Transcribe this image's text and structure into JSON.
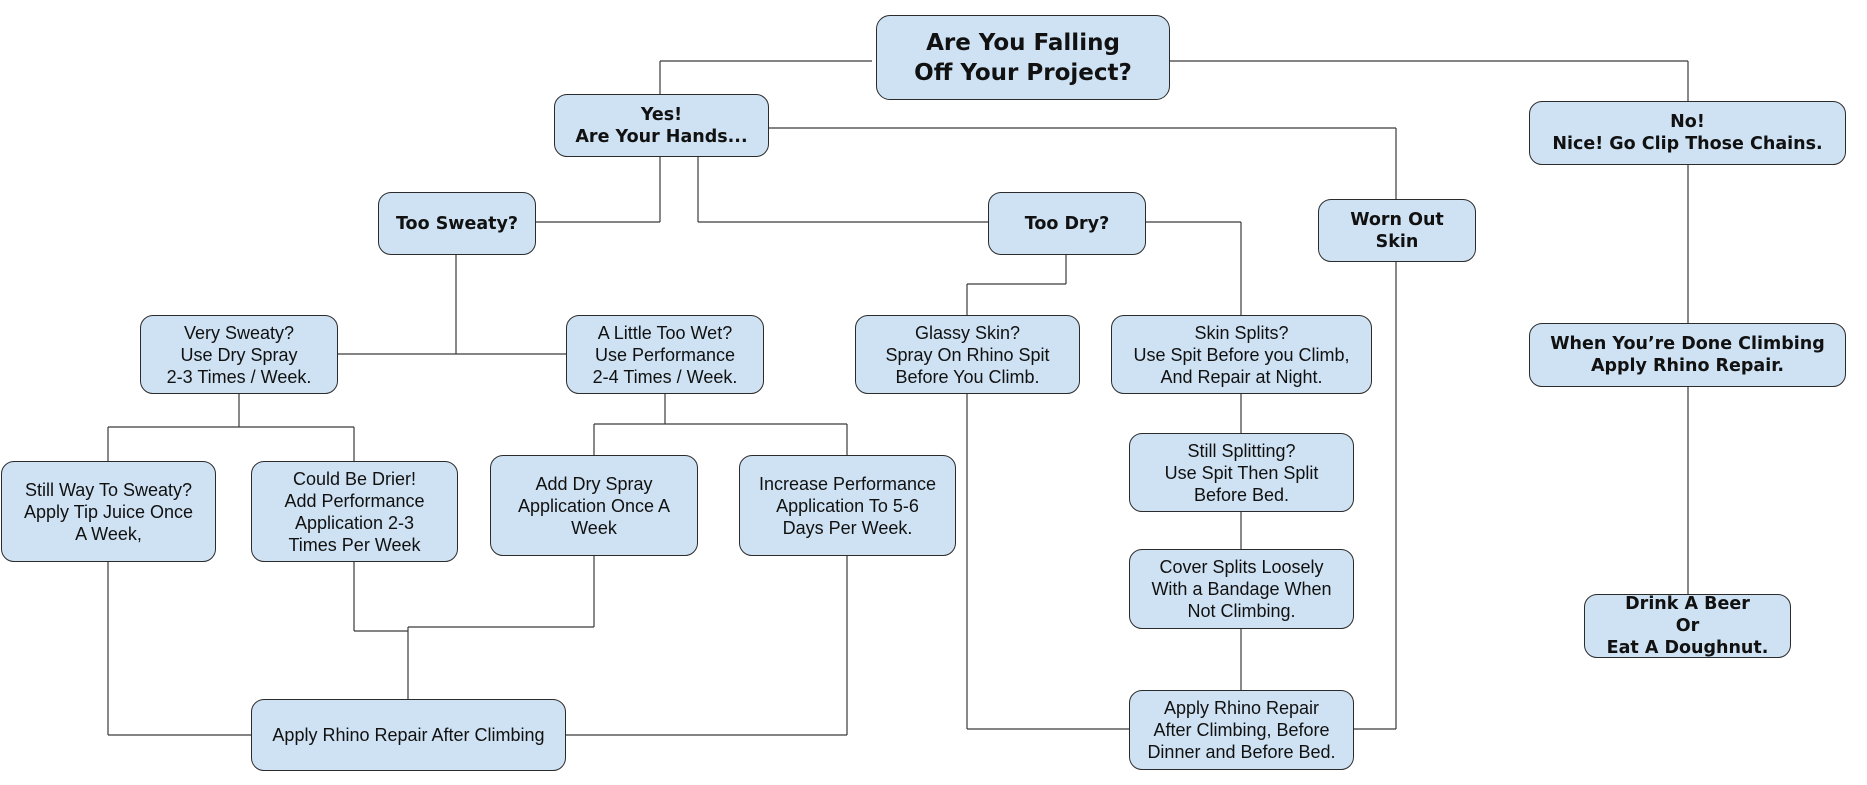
{
  "nodes": {
    "root": "Are You Falling\nOff Your Project?",
    "yes": "Yes!\nAre Your Hands...",
    "no": "No!\nNice! Go Clip Those Chains.",
    "too_sweaty": "Too Sweaty?",
    "too_dry": "Too Dry?",
    "worn_out": "Worn Out\nSkin",
    "done_climbing": "When You’re Done Climbing\nApply Rhino Repair.",
    "beer": "Drink A Beer\nOr\nEat A Doughnut.",
    "very_sweaty": "Very Sweaty?\nUse Dry Spray\n2-3 Times / Week.",
    "little_wet": "A Little Too Wet?\nUse Performance\n2-4 Times / Week.",
    "glassy": "Glassy Skin?\nSpray On Rhino Spit\nBefore You Climb.",
    "splits": "Skin Splits?\nUse Spit Before you Climb,\nAnd Repair at Night.",
    "still_sweaty": "Still Way To Sweaty?\nApply Tip Juice Once\nA Week,",
    "drier": "Could Be Drier!\nAdd Performance\nApplication 2-3\nTimes Per Week",
    "add_dry": "Add Dry Spray\nApplication Once A\nWeek",
    "increase_perf": "Increase Performance\nApplication To 5-6\nDays Per Week.",
    "still_splitting": "Still Splitting?\nUse Spit Then Split\nBefore Bed.",
    "cover_splits": "Cover Splits Loosely\nWith a Bandage When\nNot Climbing.",
    "repair_after": "Apply Rhino Repair After Climbing",
    "repair_dinner": "Apply Rhino Repair\nAfter Climbing, Before\nDinner and Before Bed."
  }
}
